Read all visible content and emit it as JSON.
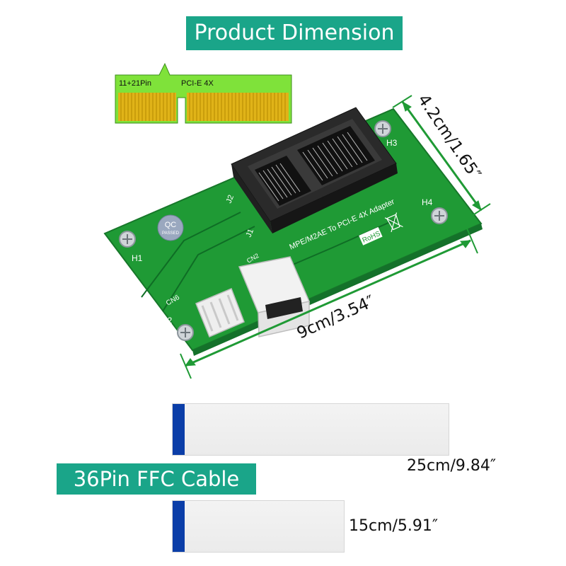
{
  "title": "Product Dimension",
  "connector": {
    "pins": "11+21Pin",
    "type": "PCI-E 4X"
  },
  "board": {
    "label": "MPE/M2AE To PCI-E 4X Adapter",
    "qc_badge": [
      "QC",
      "PASSED"
    ],
    "rohs": "RoHS",
    "silkscreen": {
      "h1": "H1",
      "h2": "H2",
      "h3": "H3",
      "h4": "H4",
      "j1": "J1",
      "j2": "J2",
      "cn2": "CN2",
      "cn6": "CN6"
    }
  },
  "dimensions": {
    "width": "9cm/3.54″",
    "height": "4.2cm/1.65″"
  },
  "cable": {
    "title": "36Pin FFC Cable",
    "long_length": "25cm/9.84″",
    "short_length": "15cm/5.91″"
  },
  "colors": {
    "banner": "#1aa589",
    "pcb": "#1f9a35",
    "gold": "#e0b318",
    "cable_tab": "#0b3ea8",
    "dimension_line": "#1f9a35"
  }
}
